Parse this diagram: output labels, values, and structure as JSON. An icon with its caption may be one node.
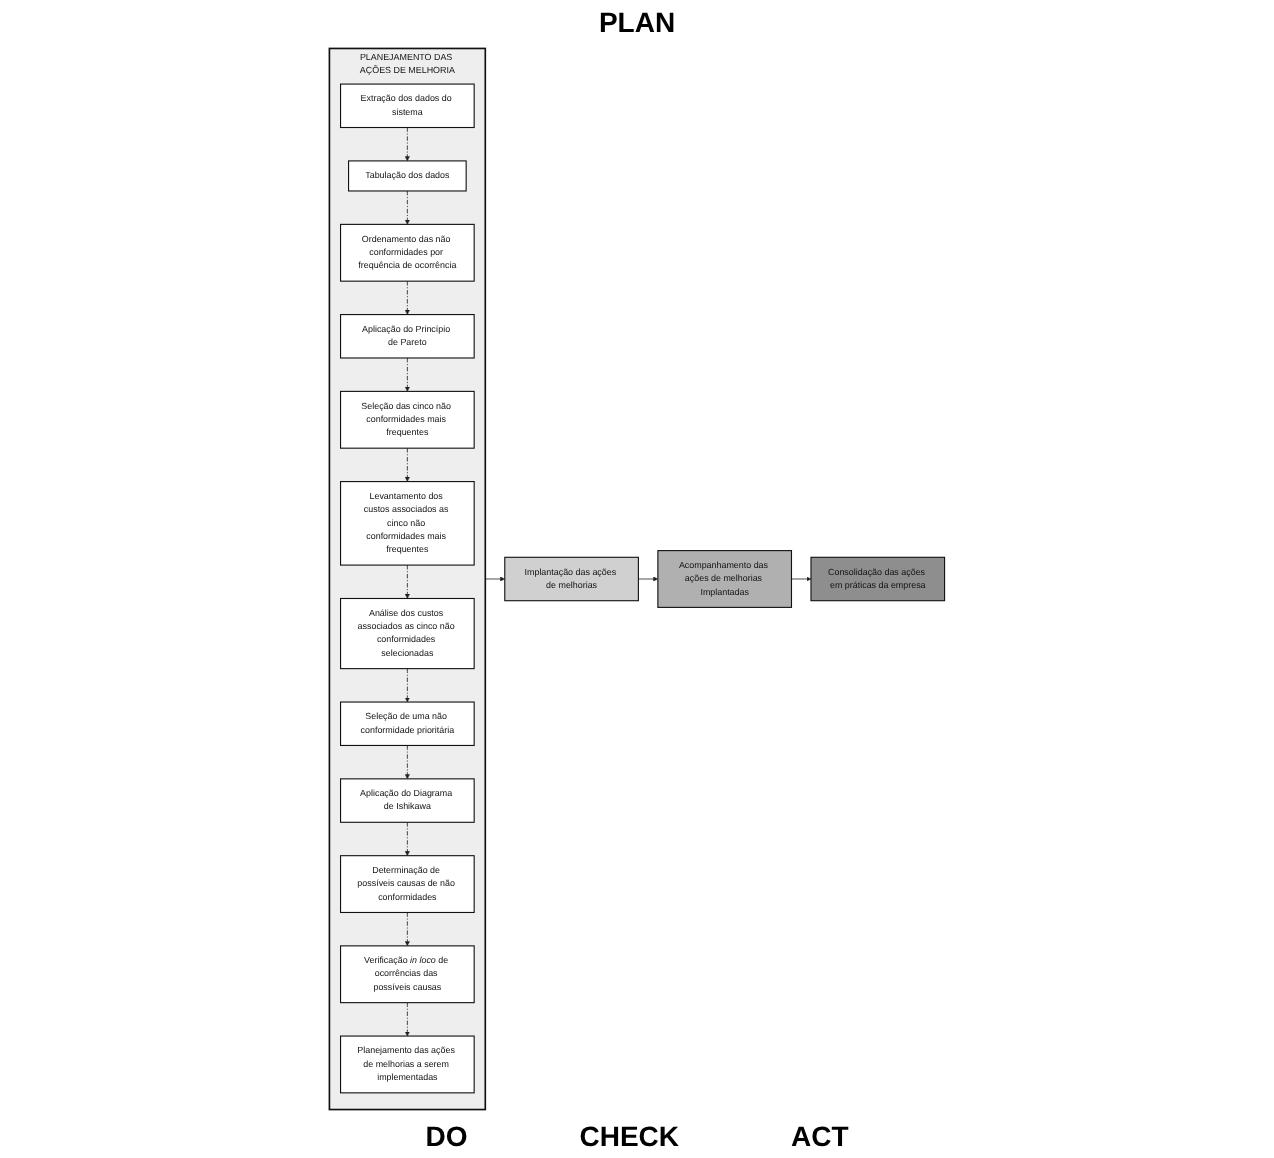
{
  "diagram": {
    "nodes": [
      {
        "text": [
          "PLANEJAMENTO DAS AÇÕES DE MELHORIA"
        ]
      },
      {
        "text": [
          "Extração dos dados do sistema"
        ],
        "in": 0
      },
      {
        "text": [
          "Tabulação dos dados"
        ],
        "in": 0
      },
      {
        "text": [
          "Ordenamento das não conformidades por frequência de ocorrência"
        ],
        "in": 0
      },
      {
        "text": [
          "Aplicação do Princípio de Pareto"
        ],
        "in": 0
      },
      {
        "text": [
          "Seleção das cinco não conformidades mais frequentes"
        ],
        "in": 0
      },
      {
        "text": [
          "Levantamento dos custos associados as cinco não conformidades mais frequentes"
        ],
        "in": 0
      },
      {
        "text": [
          "Análise dos custos associados as cinco não conformidades selecionadas"
        ],
        "in": 0
      },
      {
        "text": [
          "Seleção de uma não conformidade prioritária"
        ],
        "in": 0
      },
      {
        "text": [
          "Aplicação do Diagrama de Ishikawa"
        ],
        "in": 0
      },
      {
        "text": [
          "Determinação de possíveis causas de não conformidades"
        ],
        "in": 0
      },
      {
        "text": [
          "Verificação *in loco* de ocorrências das possíveis causas"
        ],
        "in": 0
      },
      {
        "text": [
          "Planejamento das ações de melhorias a serem implementadas"
        ],
        "in": 0
      },
      {
        "text": [
          "Implantação das ações de melhorias"
        ]
      },
      {
        "text": [
          "Acompanhamento das ações de melhorias Implantadas"
        ]
      },
      {
        "text": [
          "Consolidação das ações em práticas da empresa"
        ]
      }
    ],
    "edges": [
      {
        "from": 1,
        "to": 2,
        "arrow": "to",
        "style": "dashed"
      },
      {
        "from": 2,
        "to": 3,
        "arrow": "to",
        "style": "dashed"
      },
      {
        "from": 3,
        "to": 4,
        "arrow": "to",
        "style": "dashed"
      },
      {
        "from": 4,
        "to": 5,
        "arrow": "to",
        "style": "dashed"
      },
      {
        "from": 5,
        "to": 6,
        "arrow": "to",
        "style": "dashed"
      },
      {
        "from": 6,
        "to": 7,
        "arrow": "to",
        "style": "dashed"
      },
      {
        "from": 7,
        "to": 8,
        "arrow": "to",
        "style": "dashed"
      },
      {
        "from": 8,
        "to": 9,
        "arrow": "to",
        "style": "dashed"
      },
      {
        "from": 9,
        "to": 10,
        "arrow": "to",
        "style": "dashed"
      },
      {
        "from": 10,
        "to": 11,
        "arrow": "to",
        "style": "dashed"
      },
      {
        "from": 11,
        "to": 12,
        "arrow": "to",
        "style": "dashed"
      },
      {
        "from": 0,
        "to": 13,
        "arrow": "to"
      },
      {
        "from": 13,
        "to": 14,
        "arrow": "to"
      },
      {
        "from": 14,
        "to": 15,
        "arrow": "to"
      }
    ],
    "labels": [
      "PLAN",
      "DO",
      "CHECK",
      "ACT"
    ]
  }
}
